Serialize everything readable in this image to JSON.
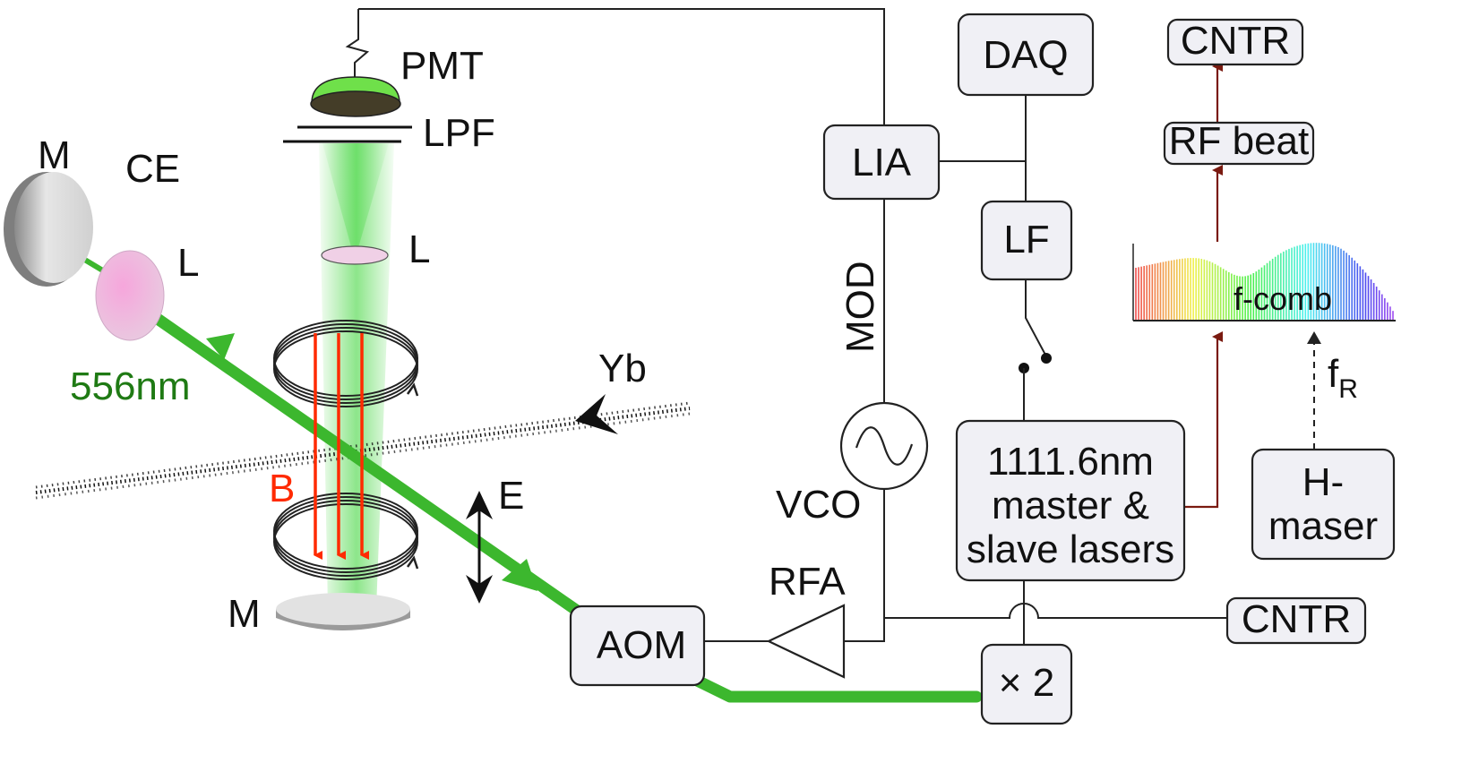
{
  "labels": {
    "pmt": "PMT",
    "lpf": "LPF",
    "mirror_left": "M",
    "ce": "CE",
    "lens_left": "L",
    "lens_center": "L",
    "wavelength": "556nm",
    "yb": "Yb",
    "b_field": "B",
    "e_field": "E",
    "mirror_bottom": "M",
    "mod": "MOD",
    "vco": "VCO",
    "rfa": "RFA",
    "fr_main": "f",
    "fr_sub": "R"
  },
  "boxes": {
    "daq": "DAQ",
    "lia": "LIA",
    "lf": "LF",
    "aom": "AOM",
    "doubler": "× 2",
    "laser_line1": "1111.6nm",
    "laser_line2": "master &",
    "laser_line3": "slave lasers",
    "cntr_top": "CNTR",
    "rf_beat": "RF beat",
    "hmaser_line1": "H-",
    "hmaser_line2": "maser",
    "cntr_bottom": "CNTR"
  },
  "comb": {
    "label": "f-comb"
  },
  "colors": {
    "beam": "#3cb72e",
    "beam_label": "#1f7a14",
    "b_field": "#ff2a00",
    "rf_link": "#7a1a10",
    "box_fill": "#f0f0f5",
    "pmt_dome": "#6fe04a",
    "lens_pink": "#f0b0e0"
  }
}
